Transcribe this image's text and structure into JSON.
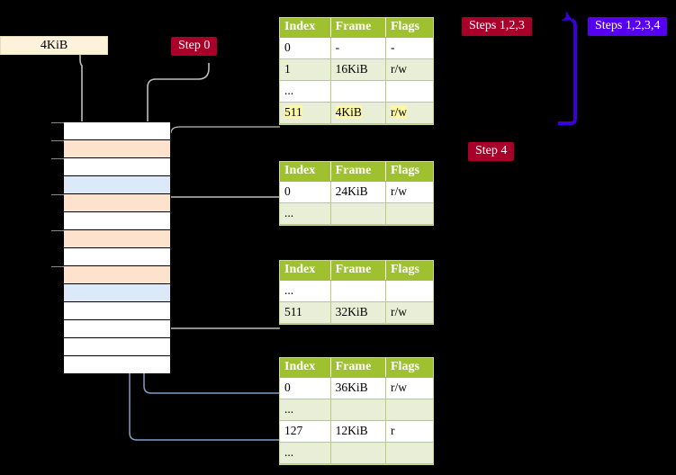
{
  "labels": {
    "mem_box": "4KiB",
    "step0": "Step 0",
    "steps123": "Steps 1,2,3",
    "steps1234": "Steps 1,2,3,4",
    "step4": "Step 4"
  },
  "colors": {
    "pill_red": "#a80028",
    "pill_blue": "#5500ee",
    "table_header": "#9fc130",
    "table_alt_row": "#e9efd7",
    "highlight": "#fbf7a5",
    "mem_box": "#fdf3dc",
    "mem_peach": "#fde3ce",
    "mem_blue": "#dce9f8",
    "wire_gray": "#b9b9b9",
    "wire_blue": "#7f9ec8"
  },
  "memory_column": {
    "rows": [
      {
        "fill": "white",
        "tick": true
      },
      {
        "fill": "peach",
        "tick": true
      },
      {
        "fill": "white",
        "tick": true
      },
      {
        "fill": "blue",
        "tick": false
      },
      {
        "fill": "peach",
        "tick": true
      },
      {
        "fill": "white",
        "tick": false
      },
      {
        "fill": "peach",
        "tick": true
      },
      {
        "fill": "white",
        "tick": false
      },
      {
        "fill": "peach",
        "tick": true
      },
      {
        "fill": "blue",
        "tick": false
      },
      {
        "fill": "white",
        "tick": false
      },
      {
        "fill": "white",
        "tick": false
      },
      {
        "fill": "white",
        "tick": false
      },
      {
        "fill": "white",
        "tick": false
      }
    ]
  },
  "tables": [
    {
      "name": "pml4-table",
      "headers": [
        "Index",
        "Frame",
        "Flags"
      ],
      "rows": [
        {
          "style": "plain",
          "cells": [
            "0",
            "-",
            "-"
          ],
          "highlight": false
        },
        {
          "style": "alt",
          "cells": [
            "1",
            "16KiB",
            "r/w"
          ],
          "highlight": false
        },
        {
          "style": "plain",
          "cells": [
            "...",
            "",
            ""
          ],
          "highlight": false
        },
        {
          "style": "alt",
          "cells": [
            "511",
            "4KiB",
            "r/w"
          ],
          "highlight": true
        }
      ]
    },
    {
      "name": "pdp-table",
      "headers": [
        "Index",
        "Frame",
        "Flags"
      ],
      "rows": [
        {
          "style": "plain",
          "cells": [
            "0",
            "24KiB",
            "r/w"
          ],
          "highlight": false
        },
        {
          "style": "alt",
          "cells": [
            "...",
            "",
            ""
          ],
          "highlight": false
        }
      ]
    },
    {
      "name": "pd-table",
      "headers": [
        "Index",
        "Frame",
        "Flags"
      ],
      "rows": [
        {
          "style": "plain",
          "cells": [
            "...",
            "",
            ""
          ],
          "highlight": false
        },
        {
          "style": "alt",
          "cells": [
            "511",
            "32KiB",
            "r/w"
          ],
          "highlight": false
        }
      ]
    },
    {
      "name": "pt-table",
      "headers": [
        "Index",
        "Frame",
        "Flags"
      ],
      "rows": [
        {
          "style": "plain",
          "cells": [
            "0",
            "36KiB",
            "r/w"
          ],
          "highlight": false
        },
        {
          "style": "alt",
          "cells": [
            "...",
            "",
            ""
          ],
          "highlight": false
        },
        {
          "style": "plain",
          "cells": [
            "127",
            "12KiB",
            "r"
          ],
          "highlight": false
        },
        {
          "style": "alt",
          "cells": [
            "...",
            "",
            ""
          ],
          "highlight": false
        }
      ]
    }
  ]
}
